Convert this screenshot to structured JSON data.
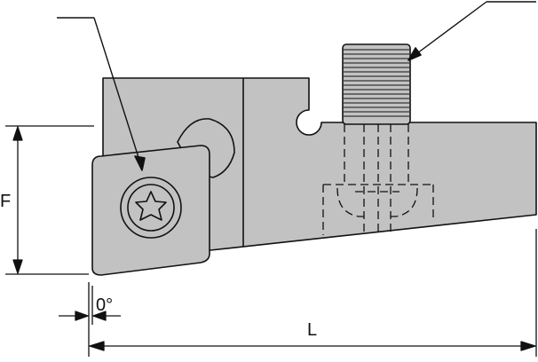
{
  "colors": {
    "body_fill": "#c2c2c2",
    "insert_fill": "#c2c2c2",
    "line": "#111111",
    "background": "#ffffff"
  },
  "dimensions": {
    "f_label": "F",
    "angle_label": "0°",
    "l_label": "L"
  },
  "icons": {
    "torx": "torx-screw-icon",
    "clamp_screw": "clamp-screw-icon"
  }
}
